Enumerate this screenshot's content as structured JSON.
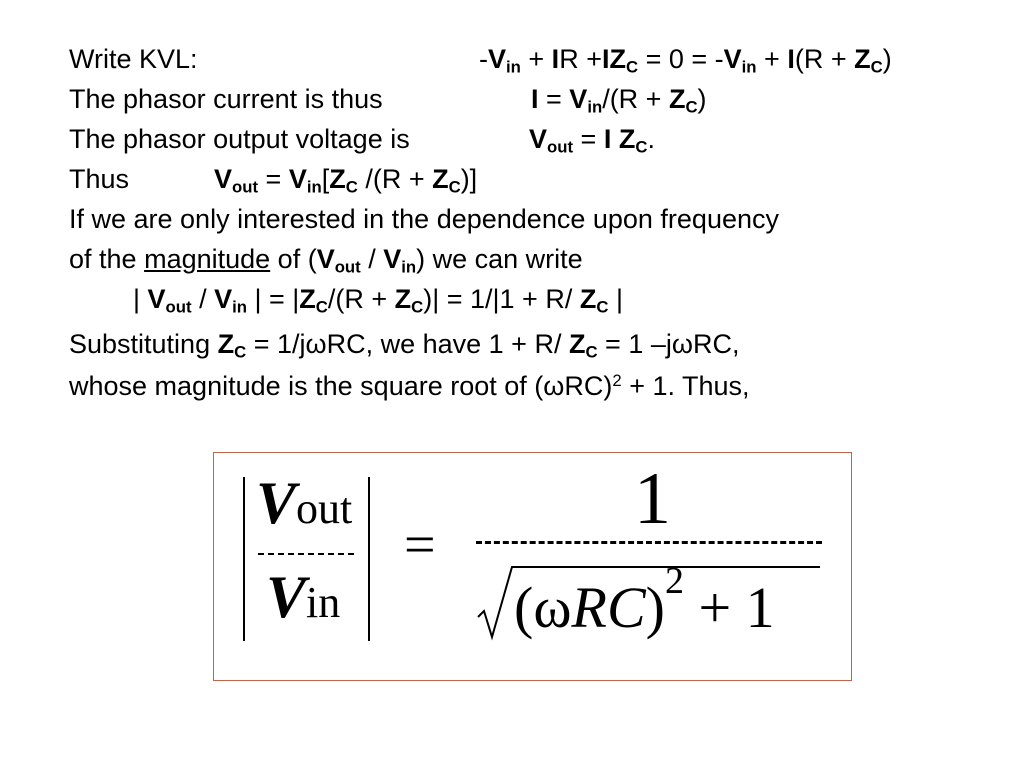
{
  "lines": [
    {
      "label": "Write KVL:"
    },
    {
      "label": "The phasor current is thus"
    },
    {
      "label": "The phasor output voltage is"
    },
    {
      "label": "Thus"
    },
    {
      "label": "If we are only interested in the dependence upon frequency"
    },
    {
      "label": "of the"
    },
    {
      "label": ""
    },
    {
      "label": "Substituting"
    },
    {
      "label": "whose magnitude is the square root of ("
    }
  ],
  "text": {
    "kvl_eq_a": "-",
    "kvl_eq_b": " + ",
    "kvl_eq_c": "R +",
    "kvl_eq_d": " = 0 = -",
    "kvl_eq_e": " + ",
    "kvl_eq_f": "(R + ",
    "kvl_eq_g": ")",
    "current_eq_a": " = ",
    "current_eq_b": "/(R + ",
    "current_eq_c": ")",
    "vout_eq_a": " = ",
    "vout_eq_b": ".",
    "thus_eq_a": " = ",
    "thus_eq_b": "[",
    "thus_eq_c": " /(R + ",
    "thus_eq_d": ")]",
    "magnitude_word": "magnitude",
    "of_paren": " of (",
    "slash": " / ",
    "we_can_write": ") we can write",
    "mag_eq_a": "| ",
    "mag_eq_b": " / ",
    "mag_eq_c": " | = |",
    "mag_eq_d": "/(R + ",
    "mag_eq_e": ")| = 1/|1 + R/ ",
    "mag_eq_f": " |",
    "subst_a": " = 1/j",
    "subst_b": "RC, we have 1 + R/ ",
    "subst_c": " = 1 –j",
    "subst_d": "RC,",
    "whose_a": "RC)",
    "whose_b": " + 1.  Thus,"
  },
  "symbols": {
    "V": "V",
    "I": "I",
    "Z": "Z",
    "in": "in",
    "out": "out",
    "C": "C",
    "omega": "ω",
    "two": "2"
  },
  "formula": {
    "V": "V",
    "out": "out",
    "in": "in",
    "equals": "=",
    "numerator": "1",
    "open_paren": "(",
    "omega": "ω",
    "RC": "RC",
    "close_paren": ")",
    "exponent": "2",
    "plus_one": "+ 1",
    "border_color": "#c0644a"
  }
}
